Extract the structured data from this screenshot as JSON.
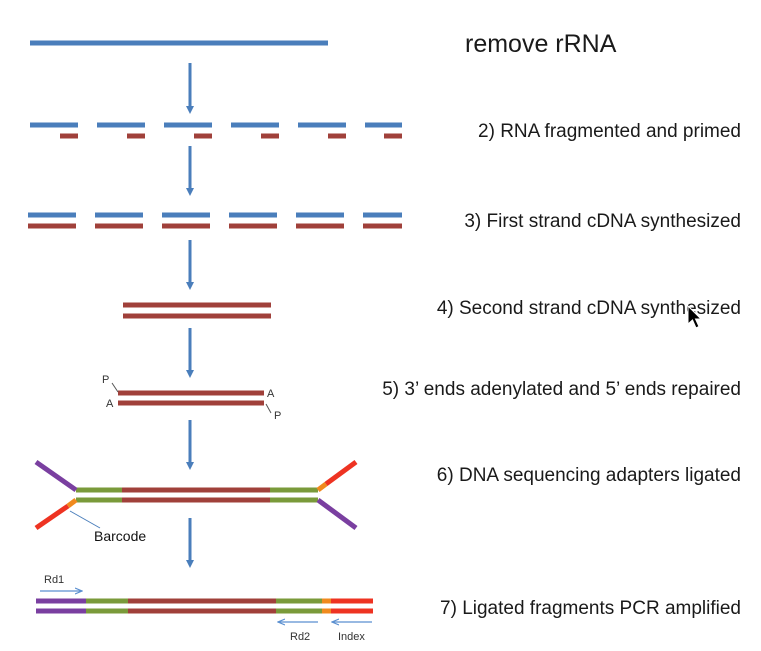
{
  "steps": {
    "s1": "remove rRNA",
    "s2": "2) RNA fragmented and primed",
    "s3": "3) First strand cDNA synthesized",
    "s4": "4) Second strand cDNA synthesized",
    "s5": "5) 3’ ends adenylated and 5’ ends repaired",
    "s6": "6) DNA sequencing adapters ligated",
    "s7": "7) Ligated fragments PCR amplified"
  },
  "annotations": {
    "p_left": "P",
    "a_left": "A",
    "a_right": "A",
    "p_right": "P",
    "barcode": "Barcode",
    "rd1": "Rd1",
    "rd2": "Rd2",
    "index": "Index"
  },
  "colors": {
    "rna": "#4a7ebb",
    "cdna": "#a0403a",
    "adapter_green": "#7a9a3a",
    "adapter_purple": "#7a3fa0",
    "adapter_red": "#ee3322",
    "adapter_orange": "#f08a1e",
    "arrow": "#4a7ebb"
  },
  "icons": {
    "cursor": "mouse-pointer-icon"
  }
}
